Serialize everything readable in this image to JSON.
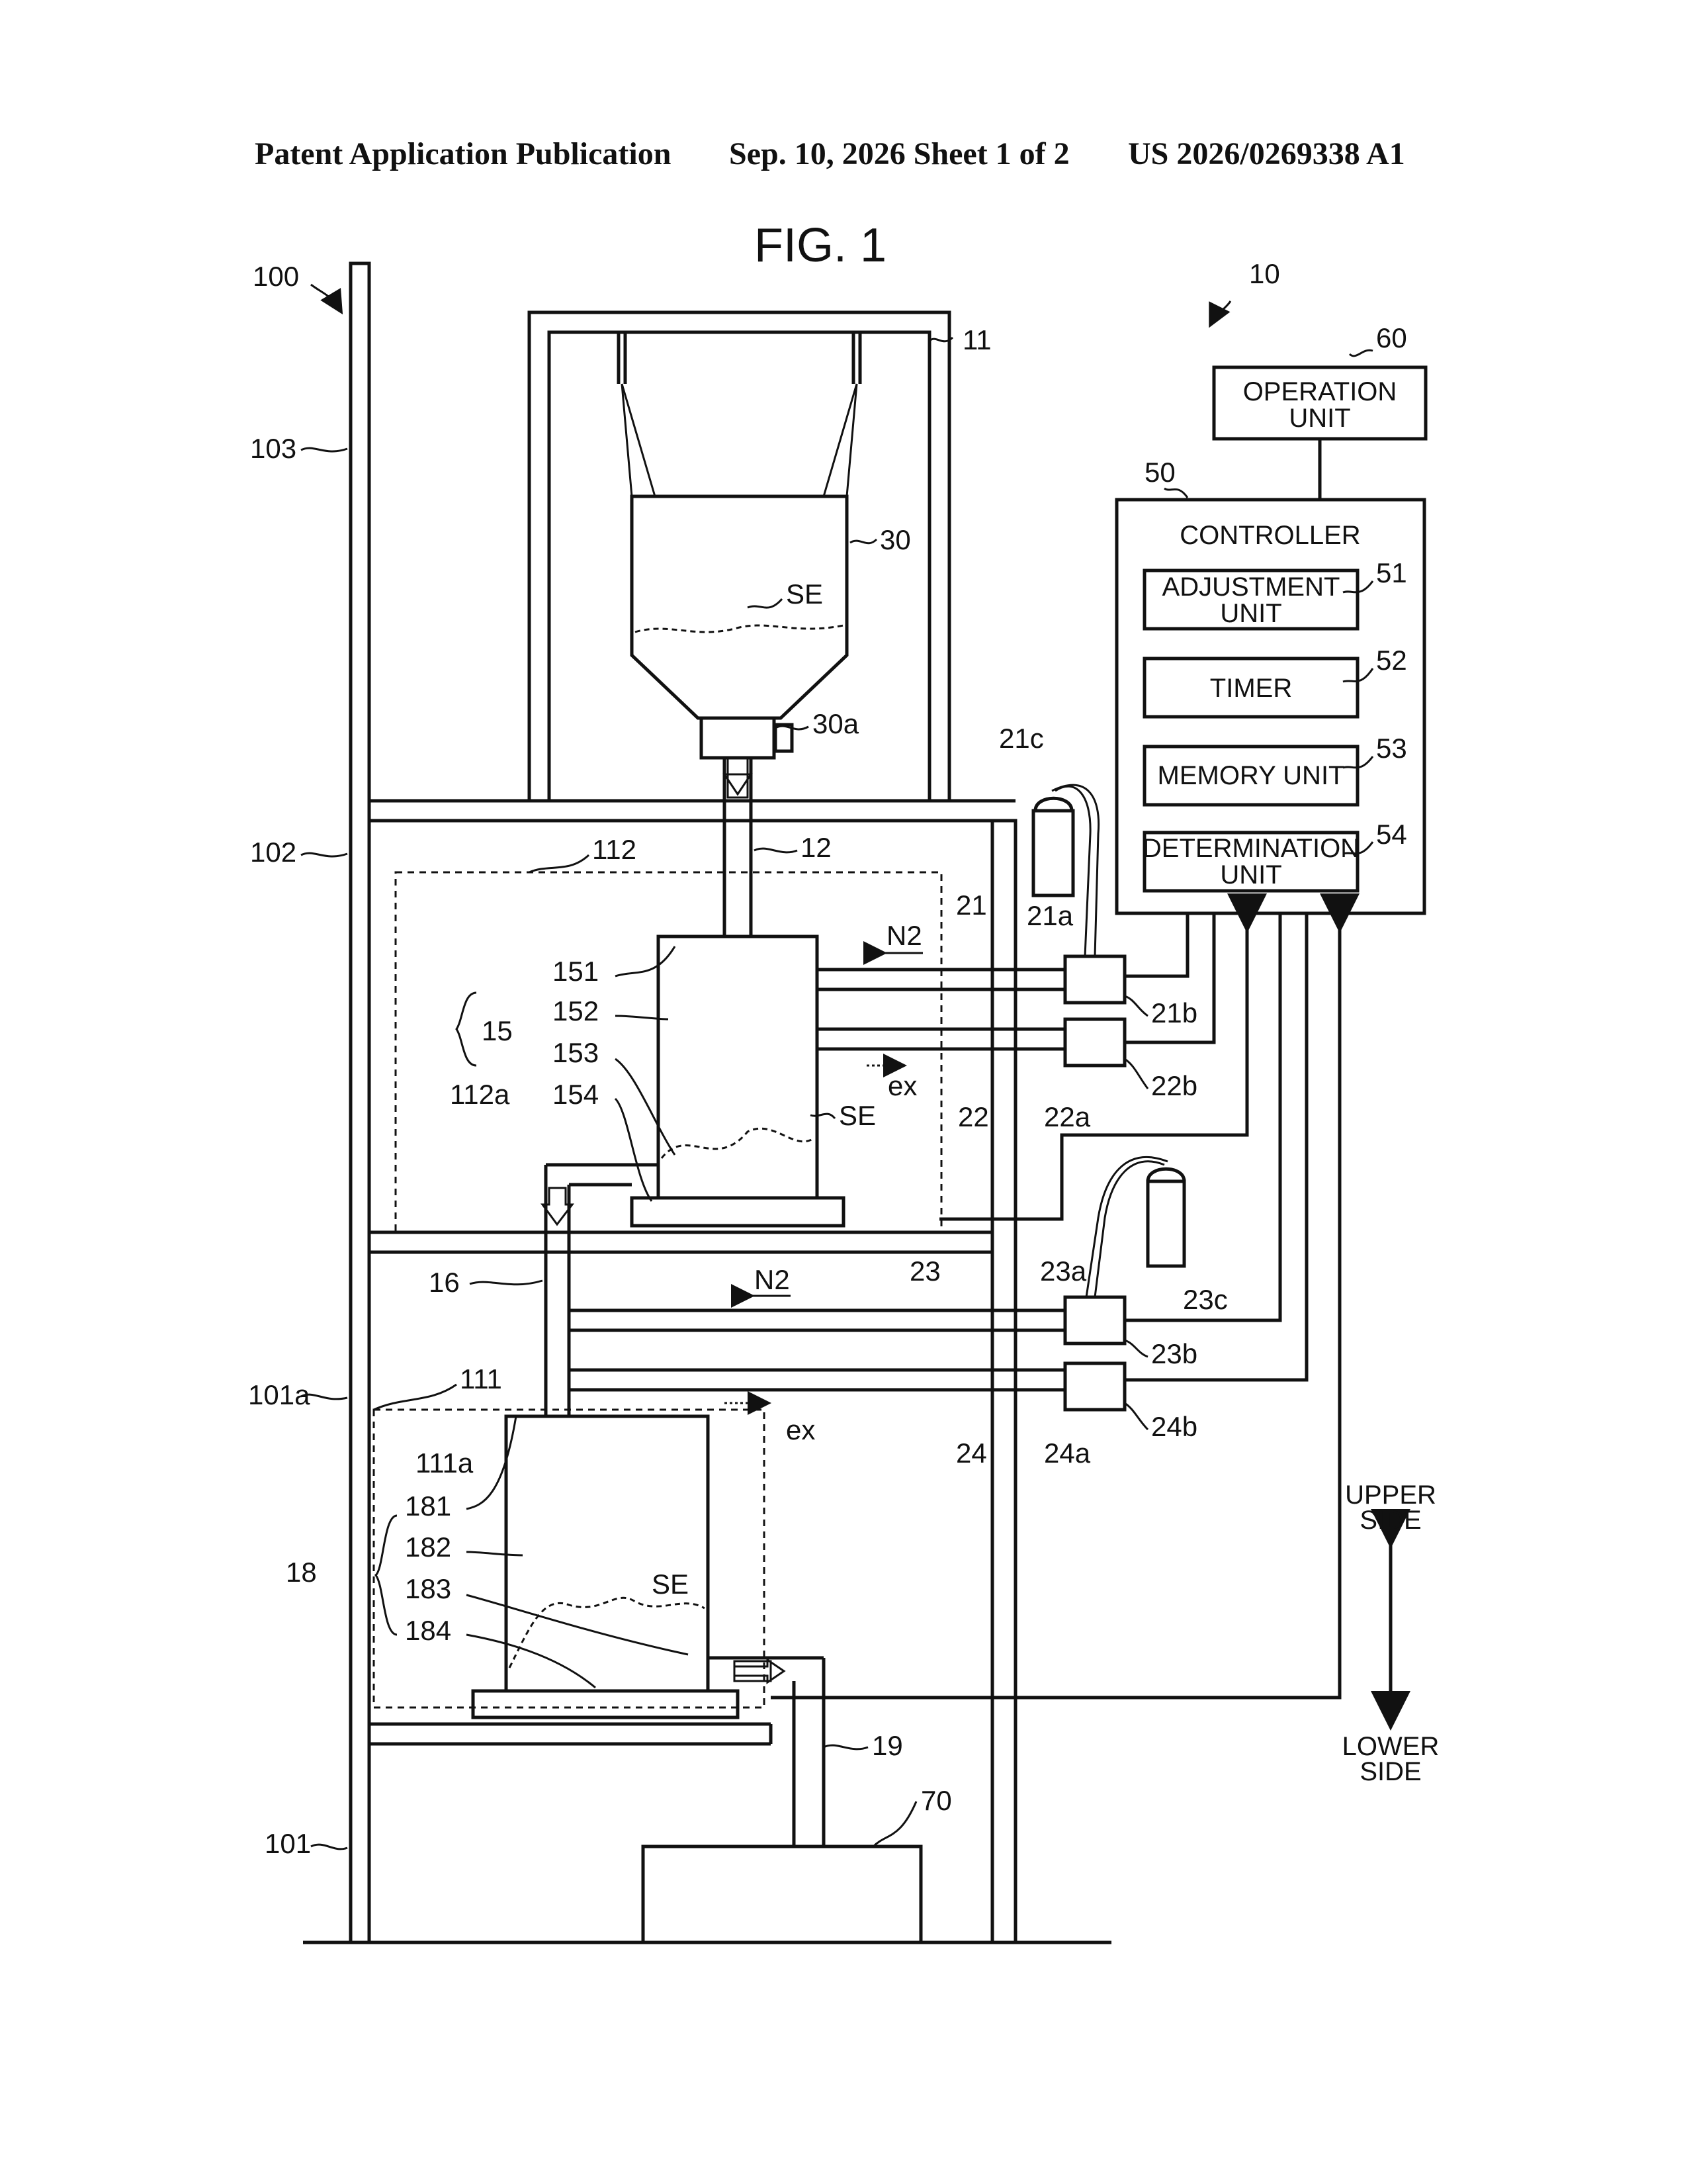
{
  "header": {
    "publication": "Patent Application Publication",
    "date_sheet": "Sep. 10, 2026  Sheet 1 of 2",
    "number": "US 2026/0269338 A1"
  },
  "figure": {
    "title": "FIG. 1",
    "labels": {
      "l100": "100",
      "l10": "10",
      "l11": "11",
      "l60": "60",
      "op_unit_1": "OPERATION",
      "op_unit_2": "UNIT",
      "l103": "103",
      "l50": "50",
      "controller": "CONTROLLER",
      "l30": "30",
      "adj_1": "ADJUSTMENT",
      "adj_2": "UNIT",
      "l51": "51",
      "se_top": "SE",
      "timer": "TIMER",
      "l52": "52",
      "l30a": "30a",
      "l21c": "21c",
      "memory": "MEMORY UNIT",
      "l53": "53",
      "det_1": "DETERMINATION",
      "det_2": "UNIT",
      "l54": "54",
      "l102": "102",
      "l112": "112",
      "l12": "12",
      "l21": "21",
      "l21a": "21a",
      "n2_top": "N2",
      "l151": "151",
      "l152": "152",
      "l153": "153",
      "l154": "154",
      "l15": "15",
      "l112a": "112a",
      "l21b": "21b",
      "l22b": "22b",
      "ex_top": "ex",
      "se_mid": "SE",
      "l22": "22",
      "l22a": "22a",
      "l16": "16",
      "n2_mid": "N2",
      "l23": "23",
      "l23a": "23a",
      "l23c": "23c",
      "l23b": "23b",
      "l101a": "101a",
      "l111": "111",
      "ex_mid": "ex",
      "l24": "24",
      "l24a": "24a",
      "l24b": "24b",
      "l111a": "111a",
      "l181": "181",
      "l182": "182",
      "l183": "183",
      "l184": "184",
      "l18": "18",
      "se_bot": "SE",
      "upper_1": "UPPER",
      "upper_2": "SIDE",
      "lower_1": "LOWER",
      "lower_2": "SIDE",
      "l19": "19",
      "l70": "70",
      "l101": "101"
    }
  }
}
